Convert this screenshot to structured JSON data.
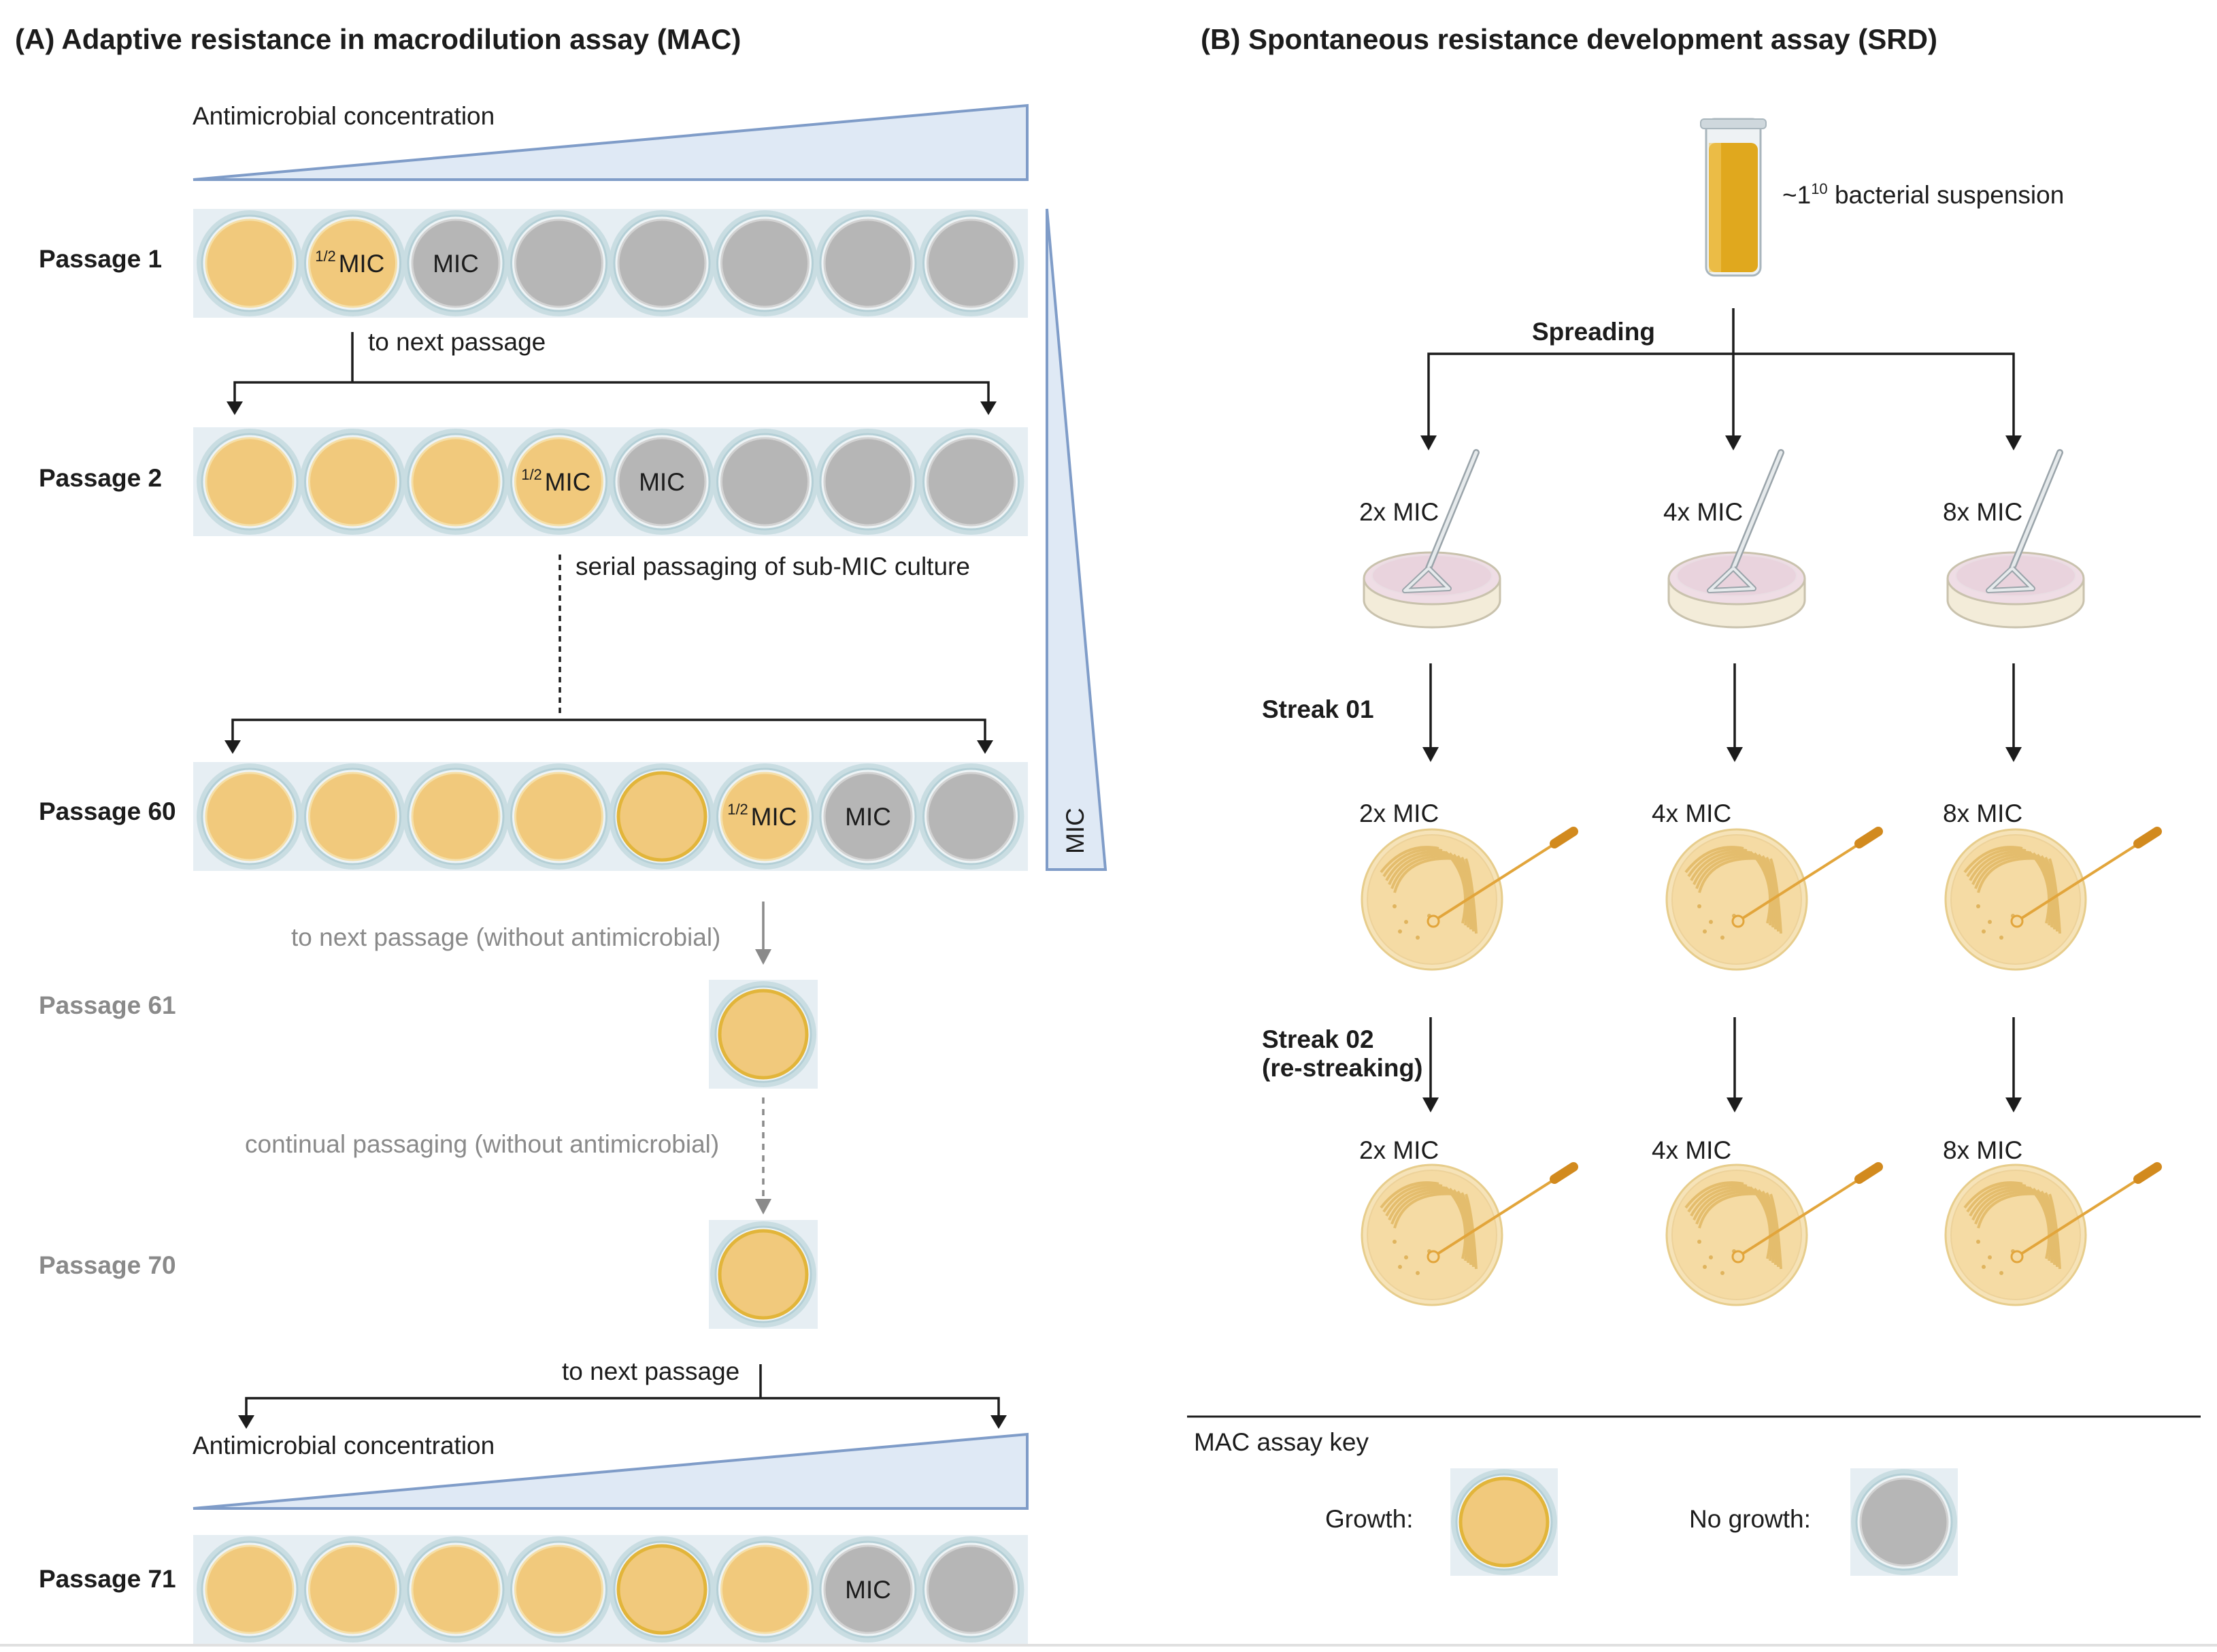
{
  "panel_a": {
    "title": "(A) Adaptive resistance in macrodilution assay (MAC)",
    "concentration_label": "Antimicrobial concentration",
    "mic_vertical_label": "MIC",
    "arrow_to_next": "to next passage",
    "serial_label": "serial passaging of sub-MIC culture",
    "to_next_without": "to next passage (without antimicrobial)",
    "continual_label": "continual passaging (without antimicrobial)",
    "to_next_bottom": "to next passage",
    "concentration_label_bottom": "Antimicrobial concentration",
    "half_prefix": "1/2",
    "mic_text": "MIC",
    "passages": [
      {
        "label": "Passage 1",
        "wells": [
          "growth",
          "growth-half",
          "nogrowth-mic",
          "nogrowth",
          "nogrowth",
          "nogrowth",
          "nogrowth",
          "nogrowth"
        ]
      },
      {
        "label": "Passage 2",
        "wells": [
          "growth",
          "growth",
          "growth",
          "growth-half",
          "nogrowth-mic",
          "nogrowth",
          "nogrowth",
          "nogrowth"
        ]
      },
      {
        "label": "Passage 60",
        "wells": [
          "growth",
          "growth",
          "growth",
          "growth",
          "growth-ring",
          "growth-half",
          "nogrowth-mic",
          "nogrowth"
        ]
      },
      {
        "label": "Passage 61",
        "wells": [
          "growth-ring"
        ]
      },
      {
        "label": "Passage 70",
        "wells": [
          "growth-ring"
        ]
      },
      {
        "label": "Passage 71",
        "wells": [
          "growth",
          "growth",
          "growth",
          "growth",
          "growth-ring",
          "growth",
          "nogrowth-mic",
          "nogrowth"
        ]
      }
    ]
  },
  "panel_b": {
    "title": "(B) Spontaneous resistance development assay (SRD)",
    "suspension_prefix": "~1",
    "suspension_exp": "10",
    "suspension_suffix": " bacterial suspension",
    "spreading": "Spreading",
    "streak01": "Streak 01",
    "streak02_line1": "Streak 02",
    "streak02_line2": "(re-streaking)",
    "columns": [
      "2x MIC",
      "4x MIC",
      "8x MIC"
    ]
  },
  "key": {
    "title": "MAC assay key",
    "growth_label": "Growth:",
    "nogrowth_label": "No growth:"
  },
  "colors": {
    "growth_fill": "#f1c97c",
    "growth_ring": "#e2b53a",
    "nogrowth_fill": "#b6b6b6",
    "well_outer": "#c9dde2",
    "strip_bg": "#e6eef3",
    "wedge_fill": "#dfe9f5",
    "wedge_stroke": "#7f9cc8",
    "tube_liquid": "#e0a81e"
  }
}
